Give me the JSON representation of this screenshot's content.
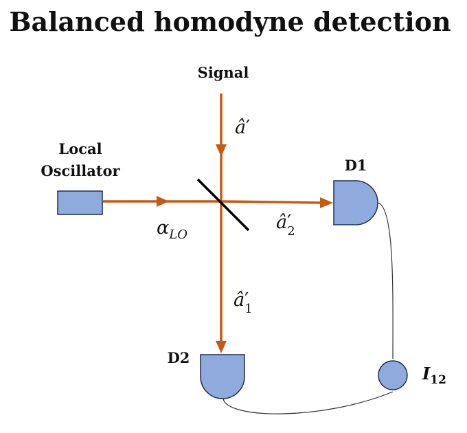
{
  "title": "Balanced homodyne detection",
  "labels": {
    "signal": "Signal",
    "local_oscillator_line1": "Local",
    "local_oscillator_line2": "Oscillator",
    "detector1": "D1",
    "detector2": "D2"
  },
  "math": {
    "signal_mode": {
      "symbol": "â",
      "prime": "′"
    },
    "lo_amplitude": {
      "symbol": "α",
      "subscript": "LO"
    },
    "output_mode_2": {
      "symbol": "â",
      "prime": "′",
      "subscript": "2"
    },
    "output_mode_1": {
      "symbol": "â",
      "prime": "′",
      "subscript": "1"
    },
    "photocurrent": {
      "symbol": "I",
      "subscript": "12"
    }
  },
  "colors": {
    "beam": "#c55a11",
    "component_fill": "#8faadc",
    "component_stroke": "#1f2d4d",
    "beam_splitter": "#000000",
    "wire": "#333333"
  }
}
